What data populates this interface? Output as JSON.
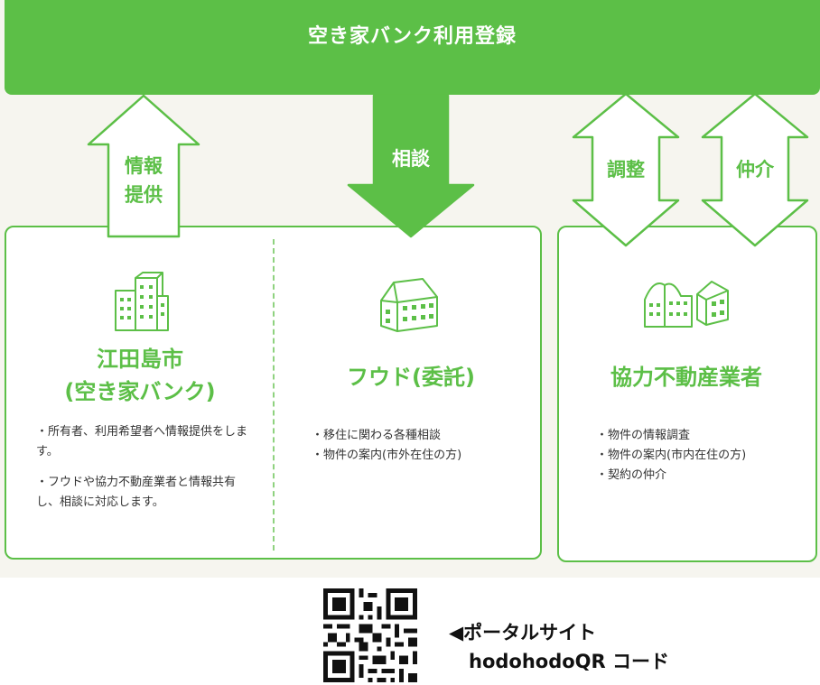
{
  "header": {
    "title": "空き家バンク利用登録"
  },
  "arrows": {
    "info": [
      "情報",
      "提供"
    ],
    "consult": "相談",
    "adjust": "調整",
    "broker": "仲介"
  },
  "org1": {
    "name_line1": "江田島市",
    "name_line2": "(空き家バンク)",
    "bullets": [
      "・所有者、利用希望者へ情報提供をします。",
      "・フウドや協力不動産業者と情報共有し、相談に対応します。"
    ]
  },
  "org2": {
    "name": "フウド(委託)",
    "bullets": [
      "・移住に関わる各種相談",
      "・物件の案内(市外在住の方)"
    ]
  },
  "org3": {
    "name": "協力不動産業者",
    "bullets": [
      "・物件の情報調査",
      "・物件の案内(市内在住の方)",
      "・契約の仲介"
    ]
  },
  "portal": {
    "line1": "◀ポータルサイト",
    "line2": "hodohodoQR コード"
  },
  "colors": {
    "accent": "#5cbf47",
    "background": "#f6f5ef"
  },
  "icons": [
    "office-building-icon",
    "house-icon",
    "houses-icon",
    "qr-code-icon"
  ]
}
